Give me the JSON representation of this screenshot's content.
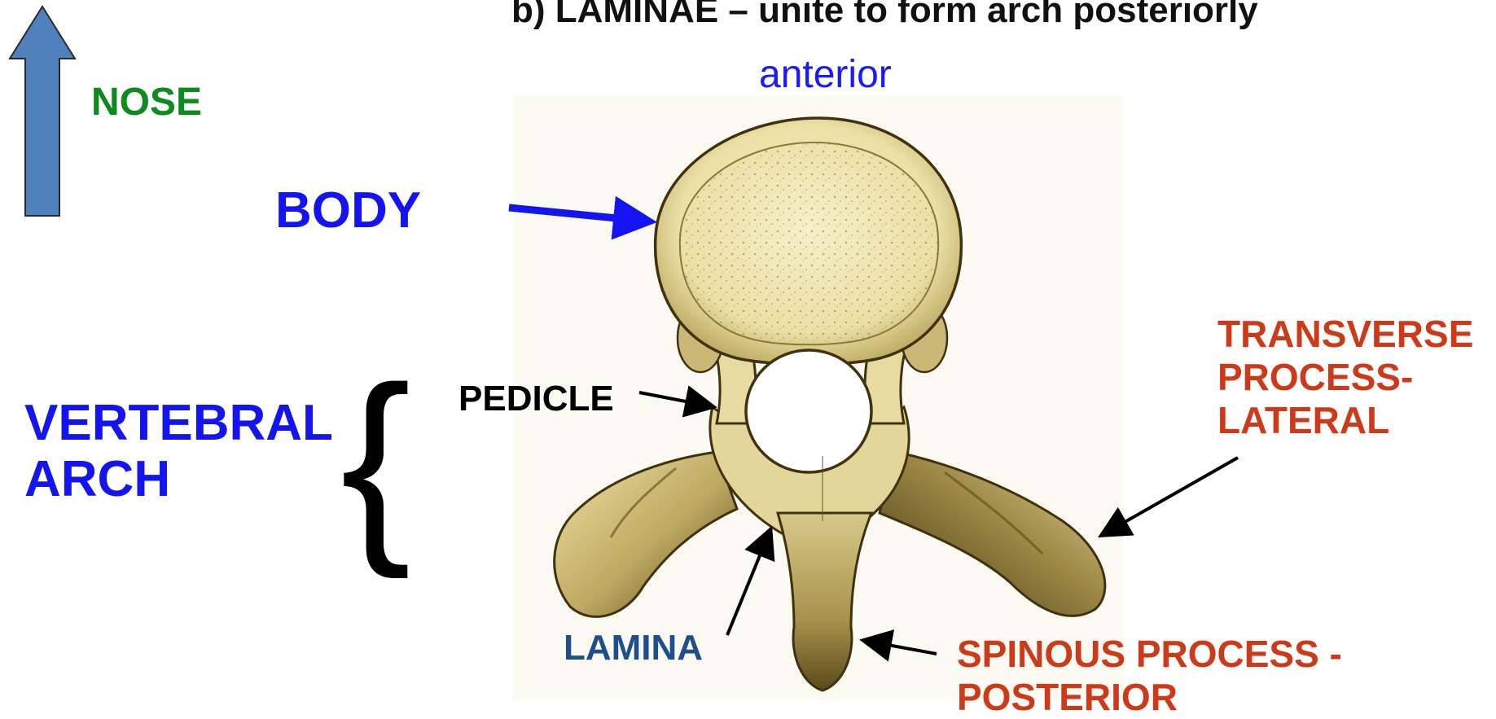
{
  "title": "b) LAMINAE – unite to form arch posteriorly",
  "orientation": {
    "direction_label": "NOSE",
    "arrow_icon": "up-arrow-icon",
    "arrow_color": "#4f81bd"
  },
  "labels": {
    "anterior": "anterior",
    "body": "BODY",
    "vertebral_arch": [
      "VERTEBRAL",
      "ARCH"
    ],
    "pedicle": "PEDICLE",
    "lamina": "LAMINA",
    "transverse_process": [
      "TRANSVERSE",
      "PROCESS-",
      "LATERAL"
    ],
    "spinous_process": [
      "SPINOUS PROCESS -",
      "POSTERIOR"
    ]
  },
  "colors": {
    "blue_labels": "#1414f0",
    "green_label": "#0f8a1e",
    "red_labels": "#cc3a1a",
    "lamina_label": "#1f4f8a",
    "bone_light": "#f0e6b0",
    "bone_dark": "#5a4a1a"
  },
  "image": {
    "subject": "vertebra-illustration"
  }
}
